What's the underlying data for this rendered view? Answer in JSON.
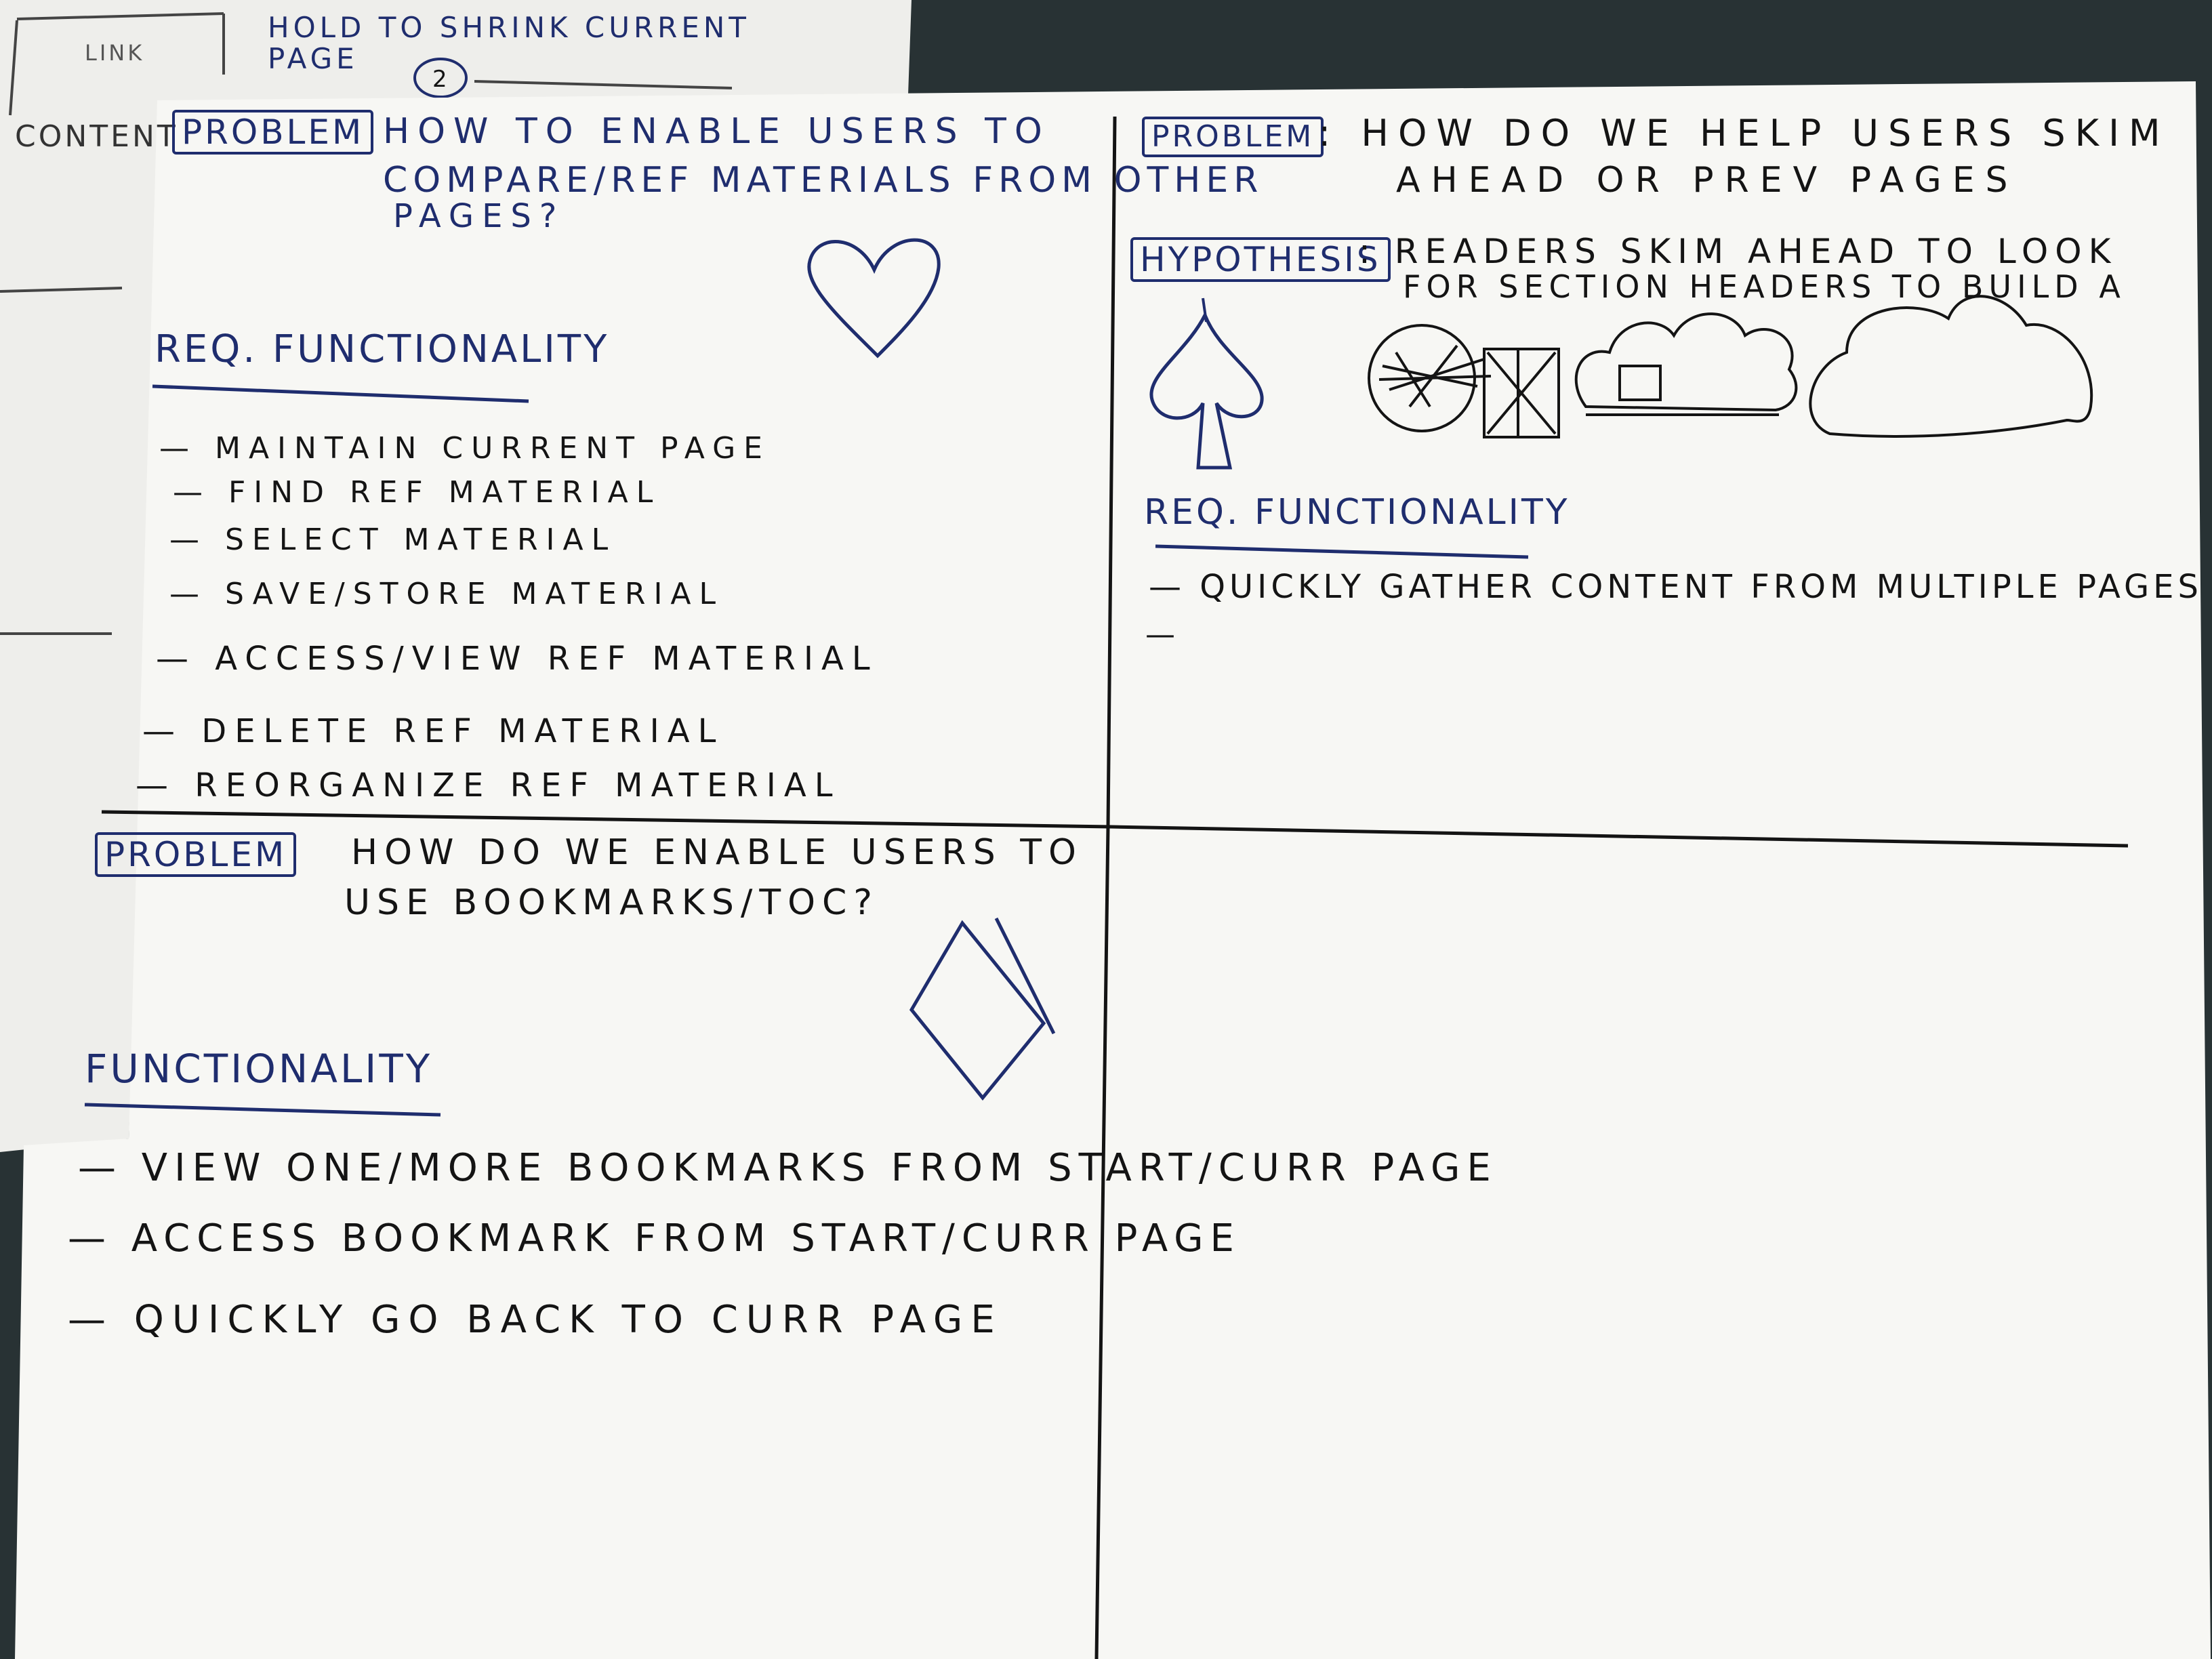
{
  "colors": {
    "background": "#283234",
    "paper": "#f7f7f4",
    "back_paper": "#eeeeeb",
    "ink_blue": "#1f2d6e",
    "ink_black": "#141414"
  },
  "back_sheet": {
    "link_label": "LINK",
    "note_line1": "HOLD TO SHRINK CURRENT",
    "note_line2": "PAGE",
    "number": "2",
    "content_label": "CONTENT"
  },
  "q1": {
    "problem_label": "PROBLEM",
    "problem_line1": "HOW TO ENABLE USERS TO",
    "problem_line2": "COMPARE/REF MATERIALS FROM OTHER",
    "problem_line3": "PAGES?",
    "suit_icon": "heart-icon",
    "heading": "REQ. FUNCTIONALITY",
    "items": [
      "— MAINTAIN CURRENT PAGE",
      "— FIND REF MATERIAL",
      "— SELECT MATERIAL",
      "— SAVE/STORE MATERIAL",
      "— ACCESS/VIEW REF MATERIAL",
      "— DELETE REF MATERIAL",
      "— REORGANIZE REF MATERIAL"
    ]
  },
  "q2": {
    "problem_label": "PROBLEM",
    "problem_line1": ": HOW DO WE HELP USERS SKIM",
    "problem_line2": "AHEAD OR PREV PAGES",
    "hypothesis_label": "HYPOTHESIS",
    "hypothesis_line1": ": READERS SKIM AHEAD TO LOOK",
    "hypothesis_line2": "FOR SECTION HEADERS TO BUILD A",
    "suit_icon": "spade-icon",
    "heading": "REQ. FUNCTIONALITY",
    "items": [
      "— QUICKLY GATHER CONTENT FROM MULTIPLE PAGES",
      "—"
    ]
  },
  "q3": {
    "problem_label": "PROBLEM",
    "problem_line1": "HOW DO WE ENABLE USERS TO",
    "problem_line2": "USE BOOKMARKS/TOC?",
    "suit_icon": "diamond-icon",
    "heading": "FUNCTIONALITY",
    "items": [
      "— VIEW ONE/MORE BOOKMARKS FROM START/CURR PAGE",
      "— ACCESS BOOKMARK FROM START/CURR PAGE",
      "— QUICKLY GO BACK TO CURR PAGE"
    ]
  }
}
